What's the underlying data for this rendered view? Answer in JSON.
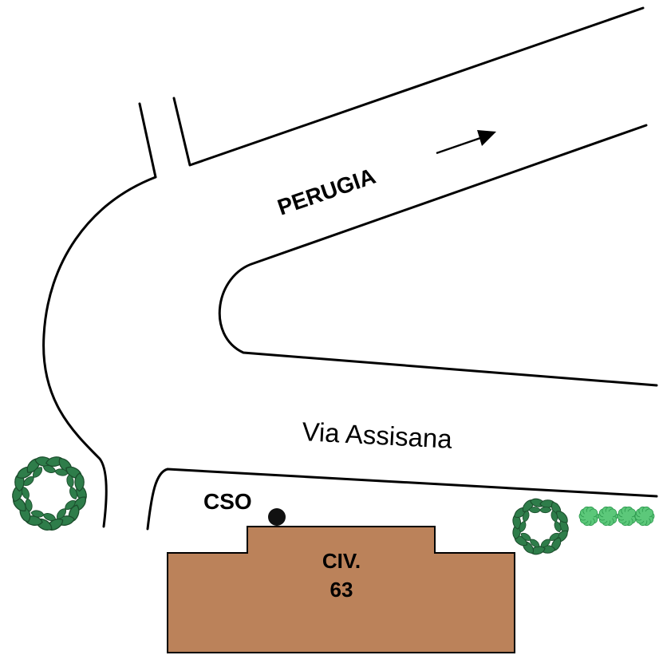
{
  "map": {
    "direction_label": "PERUGIA",
    "street_name": "Via Assisana",
    "marker_label": "CSO",
    "building": {
      "label_line1": "CIV.",
      "label_line2": "63",
      "color": "#bb825a"
    },
    "colors": {
      "road_line": "#000000",
      "tree_dark": "#2e7d4a",
      "shrub_light": "#5cc87a",
      "marker": "#111111"
    },
    "icons": [
      "arrow-icon",
      "tree-icon",
      "shrub-icon",
      "marker-dot-icon"
    ]
  }
}
